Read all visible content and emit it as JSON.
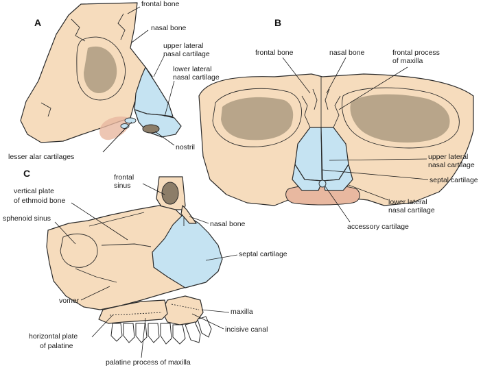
{
  "colors": {
    "bone": "#f6dcbd",
    "cartilage": "#c5e3f2",
    "cavity_shadow": "#8c7d68",
    "tissue": "#e8b8a0",
    "outline": "#2a2a2a"
  },
  "panels": {
    "a": {
      "letter": "A",
      "labels": {
        "frontal_bone": "frontal bone",
        "nasal_bone": "nasal bone",
        "upper_lateral_1": "upper lateral",
        "upper_lateral_2": "nasal cartilage",
        "lower_lateral_1": "lower lateral",
        "lower_lateral_2": "nasal cartilage",
        "nostril": "nostril",
        "lesser_alar": "lesser alar cartilages"
      }
    },
    "b": {
      "letter": "B",
      "labels": {
        "frontal_bone": "frontal bone",
        "nasal_bone": "nasal bone",
        "frontal_process_1": "frontal process",
        "frontal_process_2": "of maxilla",
        "upper_lateral_1": "upper lateral",
        "upper_lateral_2": "nasal cartilage",
        "septal": "septal cartilage",
        "lower_lateral_1": "lower lateral",
        "lower_lateral_2": "nasal cartilage",
        "accessory": "accessory cartilage"
      }
    },
    "c": {
      "letter": "C",
      "labels": {
        "frontal_sinus_1": "frontal",
        "frontal_sinus_2": "sinus",
        "ethmoid_1": "vertical plate",
        "ethmoid_2": "of ethmoid bone",
        "sphenoid": "sphenoid sinus",
        "nasal_bone": "nasal bone",
        "septal": "septal cartilage",
        "vomer": "vomer",
        "maxilla": "maxilla",
        "incisive": "incisive canal",
        "palatine_1": "horizontal plate",
        "palatine_2": "of palatine",
        "palatine_process": "palatine process of maxilla"
      }
    }
  }
}
